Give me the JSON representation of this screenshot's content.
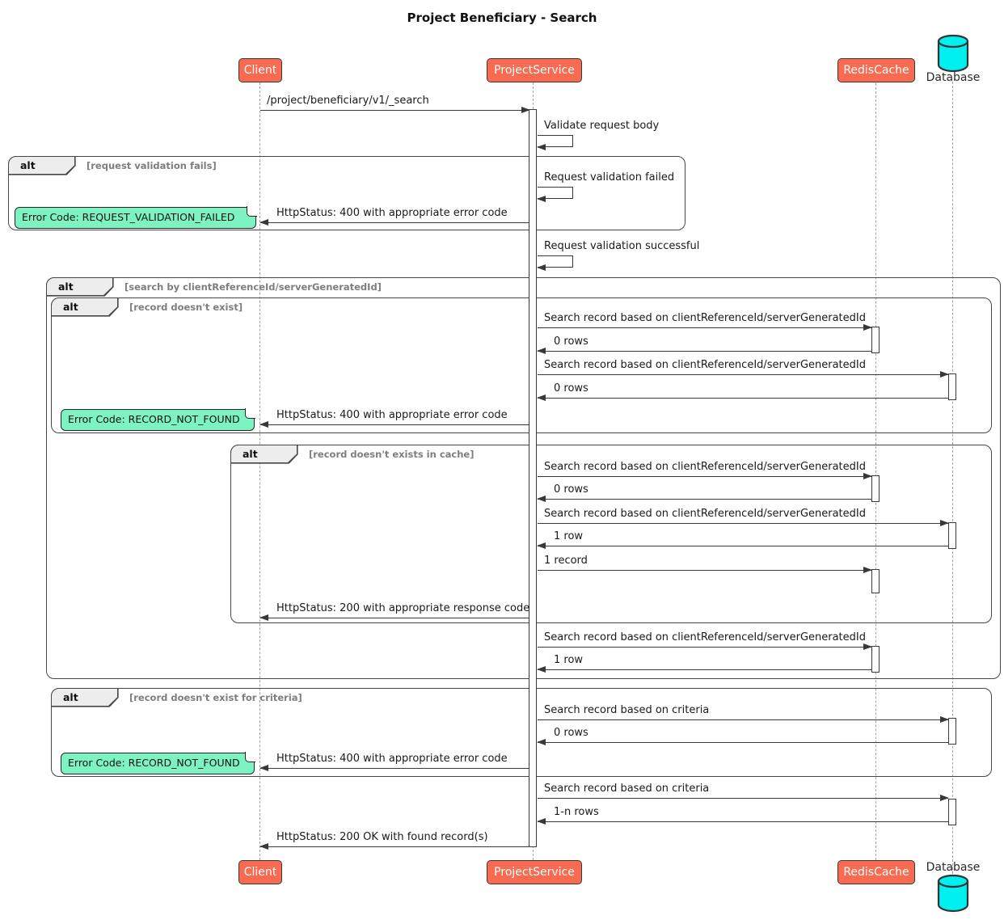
{
  "title": "Project Beneficiary - Search",
  "colors": {
    "participant_fill": "#F96B50",
    "participant_border": "#38383B",
    "note_fill": "#7EF3C2",
    "database_fill": "#00EFEF",
    "frame_border": "#454645",
    "condition_text": "#7E7E7E",
    "arrow": "#383838"
  },
  "participants": [
    {
      "name": "Client",
      "kind": "participant"
    },
    {
      "name": "ProjectService",
      "kind": "participant"
    },
    {
      "name": "RedisCache",
      "kind": "participant"
    },
    {
      "name": "Database",
      "kind": "database"
    }
  ],
  "frames": [
    {
      "keyword": "alt",
      "condition": "[request validation fails]"
    },
    {
      "keyword": "alt",
      "condition": "[search by clientReferenceId/serverGeneratedId]"
    },
    {
      "keyword": "alt",
      "condition": "[record doesn't exist]"
    },
    {
      "keyword": "alt",
      "condition": "[record doesn't exists in cache]"
    },
    {
      "keyword": "alt",
      "condition": "[record doesn't exist for criteria]"
    }
  ],
  "notes": [
    {
      "text": "Error Code: REQUEST_VALIDATION_FAILED"
    },
    {
      "text": "Error Code: RECORD_NOT_FOUND"
    },
    {
      "text": "Error Code: RECORD_NOT_FOUND"
    }
  ],
  "messages": [
    {
      "text": "/project/beneficiary/v1/_search",
      "from": "Client",
      "to": "ProjectService"
    },
    {
      "text": "Validate request body",
      "from": "ProjectService",
      "to": "ProjectService"
    },
    {
      "text": "Request validation failed",
      "from": "ProjectService",
      "to": "ProjectService"
    },
    {
      "text": "HttpStatus: 400 with appropriate error code",
      "from": "ProjectService",
      "to": "Client"
    },
    {
      "text": "Request validation successful",
      "from": "ProjectService",
      "to": "ProjectService"
    },
    {
      "text": "Search record based on clientReferenceId/serverGeneratedId",
      "from": "ProjectService",
      "to": "RedisCache"
    },
    {
      "text": "0 rows",
      "from": "RedisCache",
      "to": "ProjectService"
    },
    {
      "text": "Search record based on clientReferenceId/serverGeneratedId",
      "from": "ProjectService",
      "to": "Database"
    },
    {
      "text": "0 rows",
      "from": "Database",
      "to": "ProjectService"
    },
    {
      "text": "HttpStatus: 400 with appropriate error code",
      "from": "ProjectService",
      "to": "Client"
    },
    {
      "text": "Search record based on clientReferenceId/serverGeneratedId",
      "from": "ProjectService",
      "to": "RedisCache"
    },
    {
      "text": "0 rows",
      "from": "RedisCache",
      "to": "ProjectService"
    },
    {
      "text": "Search record based on clientReferenceId/serverGeneratedId",
      "from": "ProjectService",
      "to": "Database"
    },
    {
      "text": "1 row",
      "from": "Database",
      "to": "ProjectService"
    },
    {
      "text": "1 record",
      "from": "ProjectService",
      "to": "RedisCache"
    },
    {
      "text": "HttpStatus: 200 with appropriate response code",
      "from": "ProjectService",
      "to": "Client"
    },
    {
      "text": "Search record based on clientReferenceId/serverGeneratedId",
      "from": "ProjectService",
      "to": "RedisCache"
    },
    {
      "text": "1 row",
      "from": "RedisCache",
      "to": "ProjectService"
    },
    {
      "text": "Search record based on criteria",
      "from": "ProjectService",
      "to": "Database"
    },
    {
      "text": "0 rows",
      "from": "Database",
      "to": "ProjectService"
    },
    {
      "text": "HttpStatus: 400 with appropriate error code",
      "from": "ProjectService",
      "to": "Client"
    },
    {
      "text": "Search record based on criteria",
      "from": "ProjectService",
      "to": "Database"
    },
    {
      "text": "1-n rows",
      "from": "Database",
      "to": "ProjectService"
    },
    {
      "text": "HttpStatus: 200 OK with found record(s)",
      "from": "ProjectService",
      "to": "Client"
    }
  ]
}
